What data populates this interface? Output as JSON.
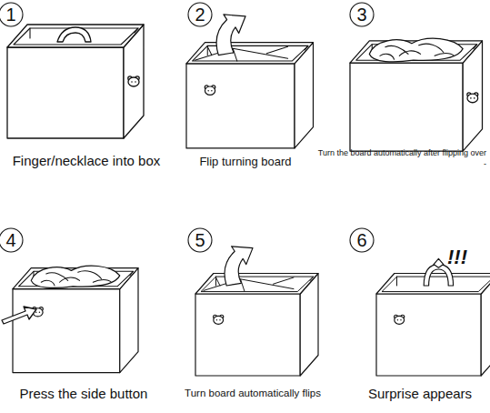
{
  "diagram": {
    "labels": [
      "1",
      "Finger/necklace into box",
      "2",
      "Flip turning board",
      "3",
      "Turn the board automatically after flipping over -",
      "4",
      "Press the side button",
      "5",
      "Turn board automatically flips",
      "6",
      "!!!",
      "Surprise appears"
    ]
  }
}
